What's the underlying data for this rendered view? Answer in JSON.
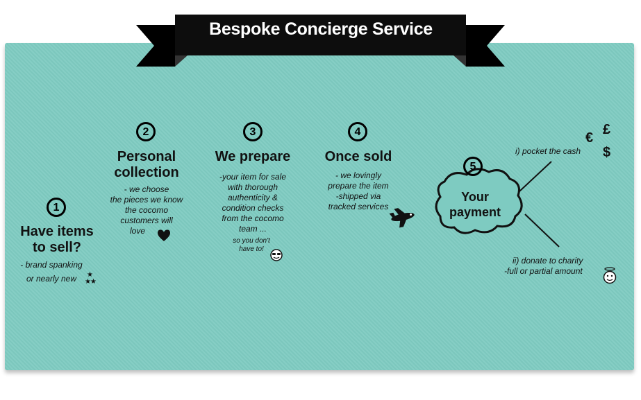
{
  "banner": {
    "title": "Bespoke Concierge Service"
  },
  "steps": [
    {
      "number": "1",
      "title_lines": [
        "Have items",
        "to sell?"
      ],
      "desc_lines": [
        "- brand spanking",
        "or nearly new"
      ]
    },
    {
      "number": "2",
      "title_lines": [
        "Personal",
        "collection"
      ],
      "desc_lines": [
        "- we choose",
        "the pieces we know",
        "the cocomo",
        "customers will",
        "love"
      ]
    },
    {
      "number": "3",
      "title_lines": [
        "We prepare"
      ],
      "desc_lines": [
        "-your item for sale",
        "with thorough",
        "authenticity &",
        "condition checks",
        "from the cocomo",
        "team ..."
      ],
      "note_lines": [
        "so you don't",
        "have to!"
      ]
    },
    {
      "number": "4",
      "title_lines": [
        "Once sold"
      ],
      "desc_lines": [
        "- we lovingly",
        "prepare the item",
        "-shipped via",
        "tracked services"
      ]
    },
    {
      "number": "5",
      "title_lines": [
        "Your",
        "payment"
      ]
    }
  ],
  "payment_options": {
    "option_1": "i) pocket the cash",
    "option_2_lines": [
      "ii) donate to charity",
      "-full or partial amount"
    ],
    "currencies": [
      "€",
      "£",
      "$"
    ]
  },
  "icons": [
    "heart-icon",
    "star-icon",
    "sunglasses-smiley-icon",
    "airplane-icon",
    "cloud-bubble-icon",
    "angel-smiley-icon"
  ],
  "colors": {
    "panel": "#7ecbc1",
    "banner": "#0d0d0d",
    "text": "#111111"
  }
}
